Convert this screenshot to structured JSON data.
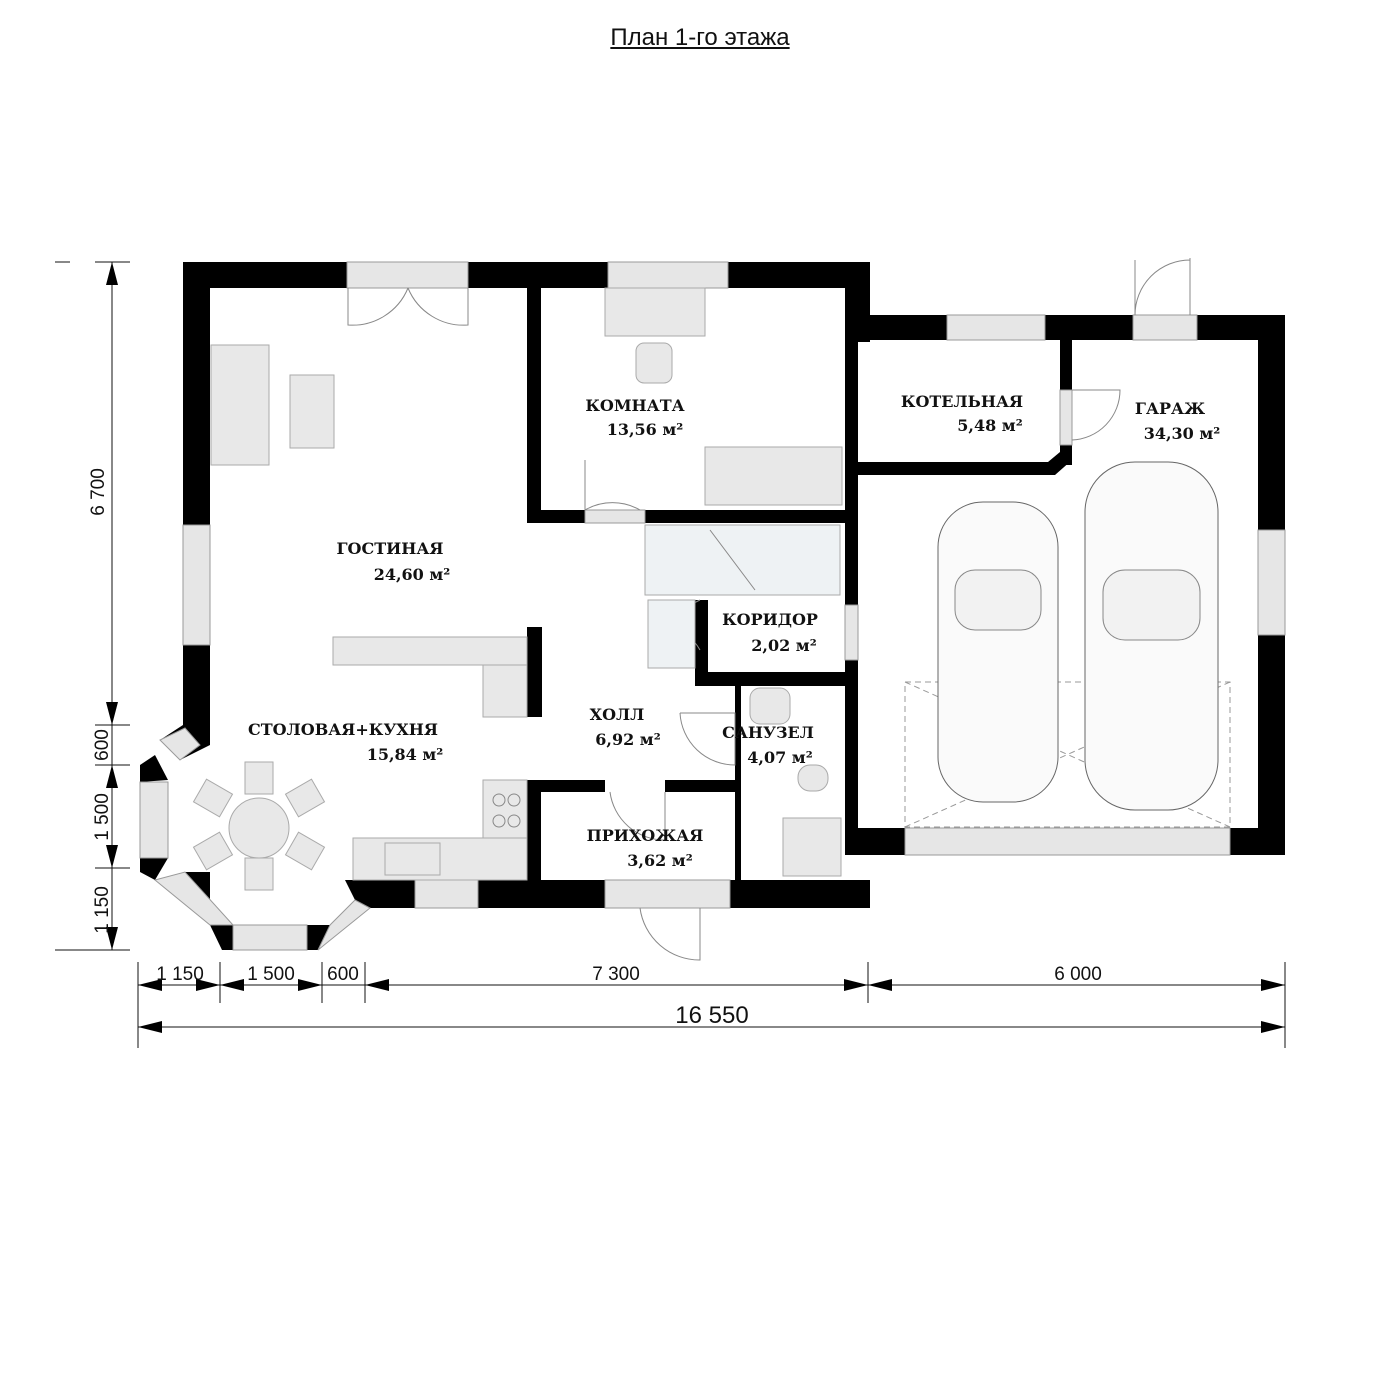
{
  "title": "План 1-го этажа",
  "rooms": {
    "living": {
      "name": "ГОСТИНАЯ",
      "area": "24,60 м²"
    },
    "room": {
      "name": "КОМНАТА",
      "area": "13,56 м²"
    },
    "boiler": {
      "name": "КОТЕЛЬНАЯ",
      "area": "5,48 м²"
    },
    "garage": {
      "name": "ГАРАЖ",
      "area": "34,30 м²"
    },
    "corridor": {
      "name": "КОРИДОР",
      "area": "2,02 м²"
    },
    "dining": {
      "name": "СТОЛОВАЯ+КУХНЯ",
      "area": "15,84 м²"
    },
    "hall": {
      "name": "ХОЛЛ",
      "area": "6,92 м²"
    },
    "bathroom": {
      "name": "САНУЗЕЛ",
      "area": "4,07 м²"
    },
    "entry": {
      "name": "ПРИХОЖАЯ",
      "area": "3,62 м²"
    }
  },
  "dimensions": {
    "vertical": [
      "6 700",
      "600",
      "1 500",
      "1 150"
    ],
    "horizontal": [
      "1 150",
      "1 500",
      "600",
      "7 300",
      "6 000"
    ],
    "total": "16 550"
  }
}
